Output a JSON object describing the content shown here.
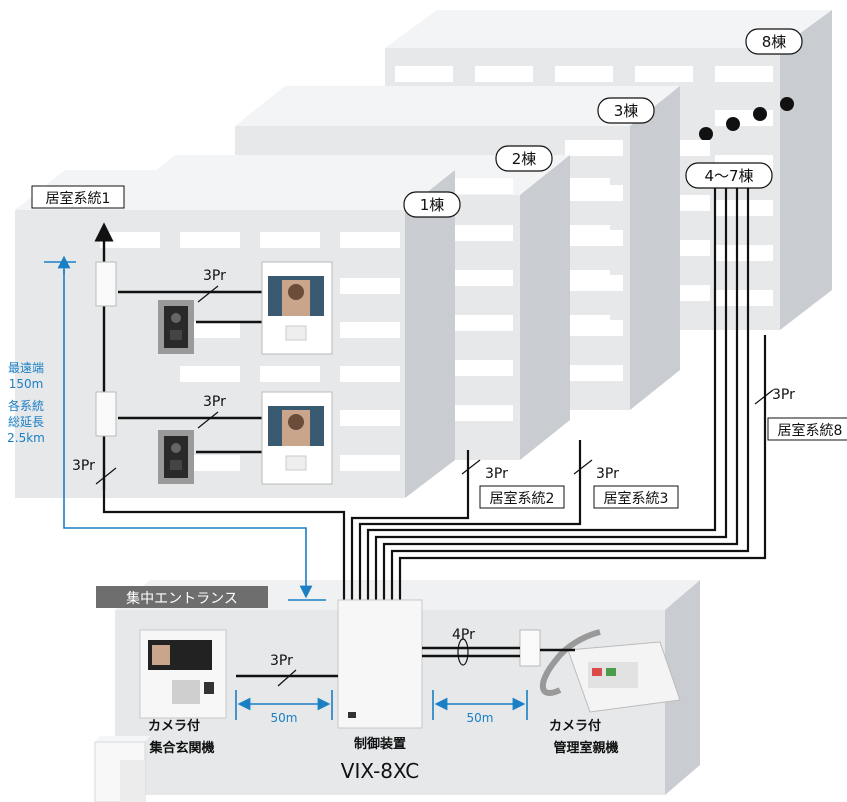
{
  "buildings": {
    "b8": "8棟",
    "b3": "3棟",
    "b2": "2棟",
    "b1": "1棟",
    "b47": "4〜7棟"
  },
  "systems": {
    "s1": "居室系統1",
    "s2": "居室系統2",
    "s3": "居室系統3",
    "s8": "居室系統8"
  },
  "cables": {
    "pr3": "3Pr",
    "pr4": "4Pr"
  },
  "distance": {
    "farthest_line1": "最遠端",
    "farthest_line2": "150m",
    "total_line1": "各系統",
    "total_line2": "総延長",
    "total_line3": "2.5km",
    "seg_left": "50m",
    "seg_right": "50m"
  },
  "entrance_title": "集中エントランス",
  "devices": {
    "entrance_line1": "カメラ付",
    "entrance_line2": "集合玄関機",
    "controller_name": "制御装置",
    "controller_model": "VIX-8XC",
    "master_line1": "カメラ付",
    "master_line2": "管理室親機"
  },
  "colors": {
    "building_front": "#e6e8ea",
    "building_side": "#c9cdd1",
    "building_top": "#f3f4f5",
    "window": "#ffffff",
    "accent_blue": "#1b7fc4",
    "label_bar": "#6e6e6e"
  }
}
